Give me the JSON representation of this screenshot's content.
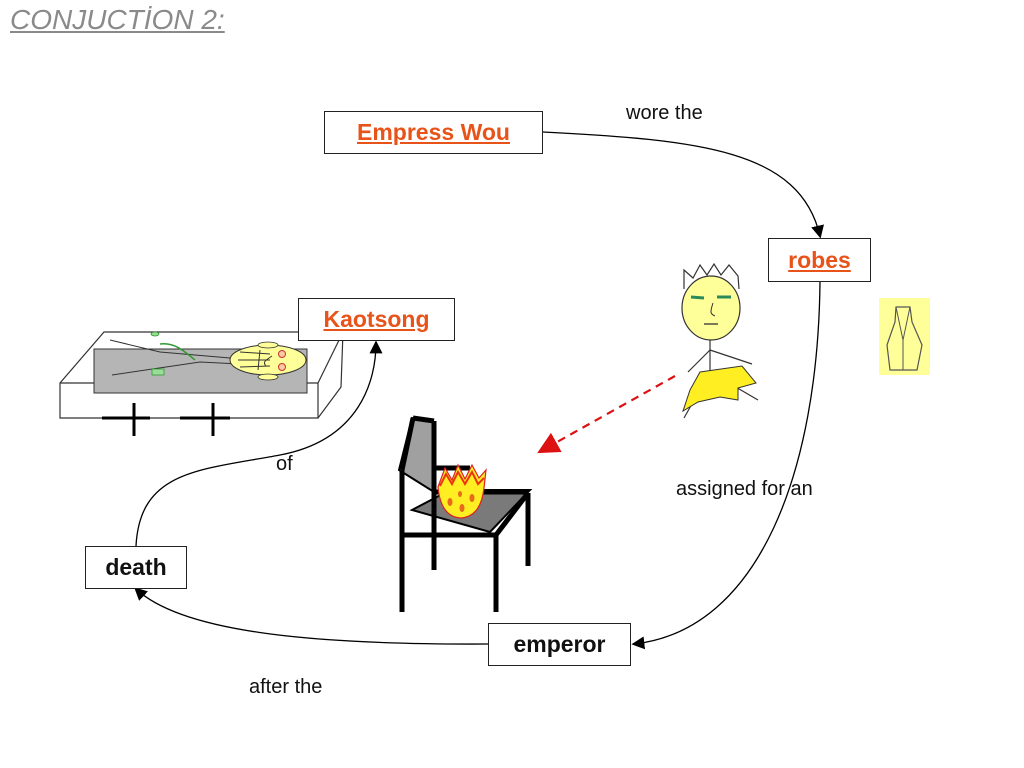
{
  "title": "CONJUCTİON 2:",
  "nodes": {
    "empress": "Empress Wou",
    "robes": "robes",
    "kaotsong": "Kaotsong",
    "death": "death",
    "emperor": "emperor"
  },
  "connectors": {
    "wore": "wore the",
    "assigned": "assigned for an",
    "of": "of",
    "after": "after the"
  },
  "colors": {
    "link": "#e8531a",
    "title": "#8a8a8a",
    "robe_bg": "#ffff99",
    "dashed_arrow": "#dd1111"
  },
  "icons": [
    "coffin-icon",
    "crowned-figure-icon",
    "throne-icon",
    "robe-icon"
  ]
}
